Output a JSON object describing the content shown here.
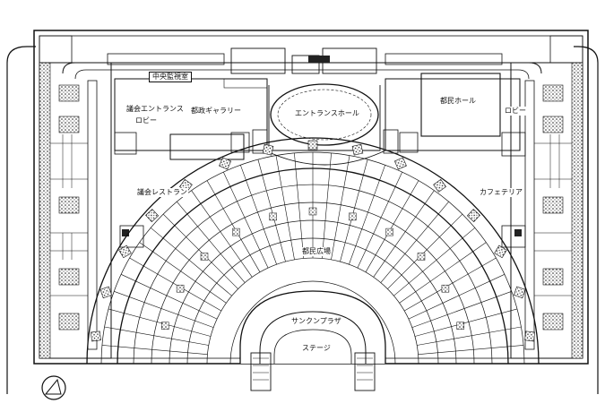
{
  "labels": {
    "central_monitor": "中央監視室",
    "assembly_lobby_1": "議会エントランス",
    "assembly_lobby_2": "ロビー",
    "gallery": "都政ギャラリー",
    "entrance_hall": "エントランスホール",
    "citizen_hall": "都民ホール",
    "lobby": "ロビー",
    "restaurant": "議会レストラン",
    "cafeteria": "カフェテリア",
    "plaza": "都民広場",
    "sunken_plaza": "サンクンプラザ",
    "stage": "ステージ",
    "north_mark": "N"
  }
}
